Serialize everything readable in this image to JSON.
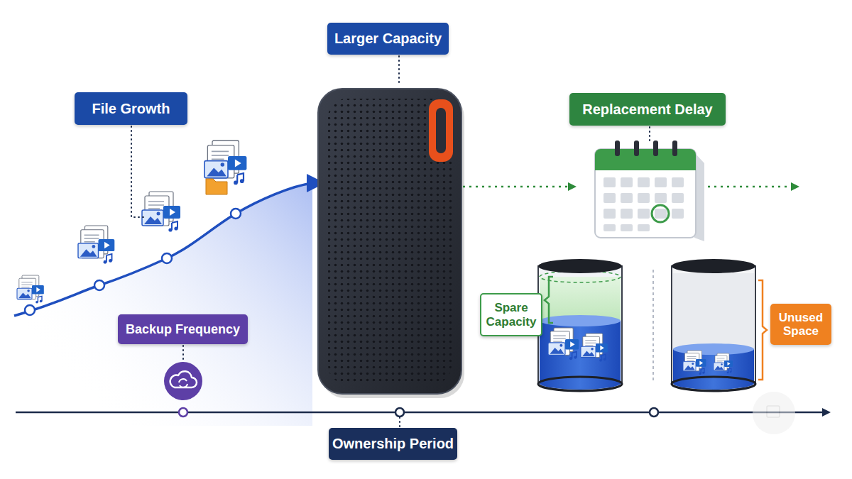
{
  "diagram": {
    "nodes": [
      {
        "text": [
          "Larger Capacity"
        ]
      },
      {
        "text": [
          "File Growth"
        ]
      },
      {
        "text": [
          "Replacement Delay"
        ]
      },
      {
        "text": [
          "Spare Capacity"
        ]
      },
      {
        "text": [
          "Backup Frequency"
        ]
      },
      {
        "text": [
          "Unused Space"
        ]
      },
      {
        "text": [
          "Ownership Period"
        ]
      }
    ]
  }
}
